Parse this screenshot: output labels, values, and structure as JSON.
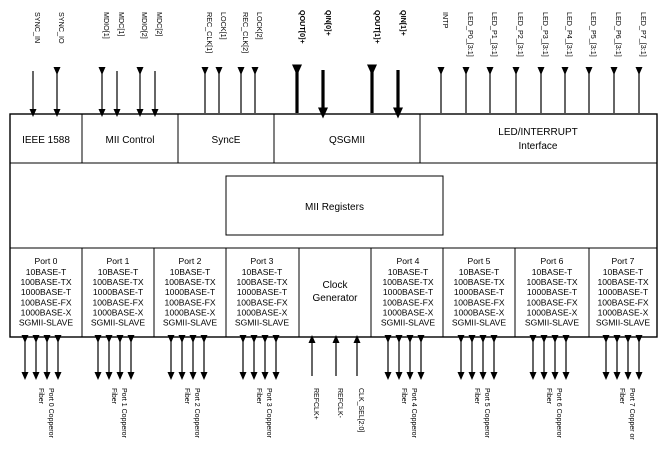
{
  "top_pins": [
    {
      "label": "SYNC_IN",
      "dir": "in"
    },
    {
      "label": "SYNC_IO",
      "dir": "bi"
    },
    {
      "label": "MDIO[1]",
      "dir": "bi"
    },
    {
      "label": "MDC[1]",
      "dir": "in"
    },
    {
      "label": "MDIO[2]",
      "dir": "bi"
    },
    {
      "label": "MDC[2]",
      "dir": "in"
    },
    {
      "label": "REC_CLK[1]",
      "dir": "out"
    },
    {
      "label": "LOCK[1]",
      "dir": "out"
    },
    {
      "label": "REC_CLK[2]",
      "dir": "out"
    },
    {
      "label": "LOCK[2]",
      "dir": "out"
    },
    {
      "label": "QOUT[0]+",
      "dir": "out",
      "bold": true
    },
    {
      "label": "QIN[0]+",
      "dir": "in",
      "bold": true
    },
    {
      "label": "QOUT[1]+",
      "dir": "out",
      "bold": true
    },
    {
      "label": "QIN[1]+",
      "dir": "in",
      "bold": true
    },
    {
      "label": "INTP",
      "dir": "out"
    },
    {
      "label": "LED_P0_[3:1]",
      "dir": "out"
    },
    {
      "label": "LED_P1_[3:1]",
      "dir": "out"
    },
    {
      "label": "LED_P2_[3:1]",
      "dir": "out"
    },
    {
      "label": "LED_P3_[3:1]",
      "dir": "out"
    },
    {
      "label": "LED_P4_[3:1]",
      "dir": "out"
    },
    {
      "label": "LED_P5_[3:1]",
      "dir": "out"
    },
    {
      "label": "LED_P6_[3:1]",
      "dir": "out"
    },
    {
      "label": "LED_P7_[3:1]",
      "dir": "out"
    }
  ],
  "header_blocks": [
    {
      "label": "IEEE 1588"
    },
    {
      "label": "MII Control"
    },
    {
      "label": "SyncE"
    },
    {
      "label": "QSGMII"
    },
    {
      "label": "LED/INTERRUPT",
      "label2": "Interface"
    }
  ],
  "mii_registers": "MII Registers",
  "port_modes": [
    "10BASE-T",
    "100BASE-TX",
    "1000BASE-T",
    "100BASE-FX",
    "1000BASE-X",
    "SGMII-SLAVE"
  ],
  "ports": [
    "Port 0",
    "Port 1",
    "Port 2",
    "Port 3",
    "Port 4",
    "Port 5",
    "Port 6",
    "Port 7"
  ],
  "clock_generator": {
    "line1": "Clock",
    "line2": "Generator"
  },
  "bottom_port_labels": [
    {
      "line1": "Port 0 Copperor",
      "line2": "Fiber"
    },
    {
      "line1": "Port 1 Copperor",
      "line2": "Fiber"
    },
    {
      "line1": "Port 2 Copperor",
      "line2": "Fiber"
    },
    {
      "line1": "Port 3 Copperor",
      "line2": "Fiber"
    },
    {
      "line1": "Port 4 Copperor",
      "line2": "Fiber"
    },
    {
      "line1": "Port 5 Copperor",
      "line2": "Fiber"
    },
    {
      "line1": "Port 6 Copperor",
      "line2": "Fiber"
    },
    {
      "line1": "Port 7 Copper or",
      "line2": "Fiber"
    }
  ],
  "clock_pins": [
    "REFCLK+",
    "REFCLK-",
    "CLK_SEL[2:0]"
  ],
  "colors": {
    "line": "#000000",
    "background": "#ffffff"
  }
}
